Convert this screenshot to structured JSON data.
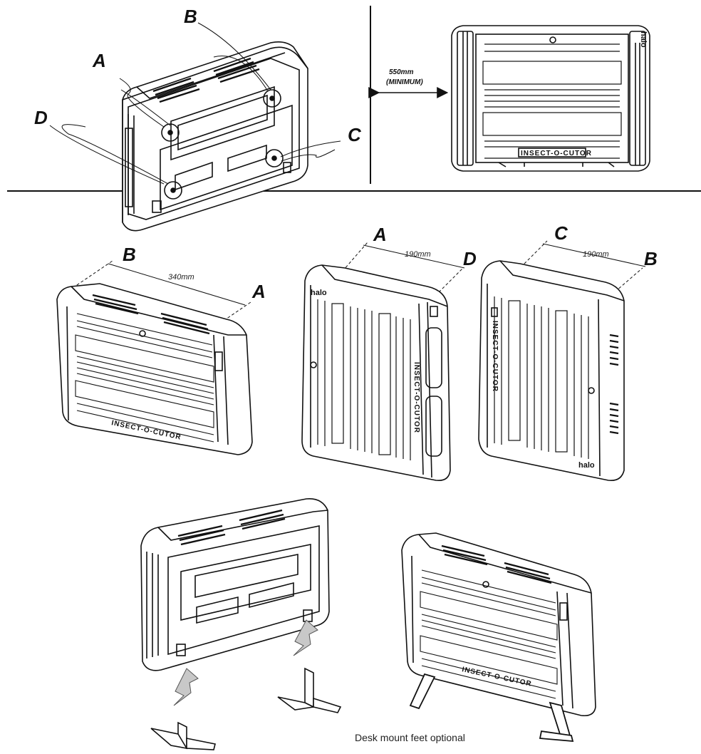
{
  "labels": {
    "a": "A",
    "b": "B",
    "c": "C",
    "d": "D"
  },
  "clearance": {
    "line1": "550mm",
    "line2": "(MINIMUM)"
  },
  "dimensions": {
    "width": "340mm",
    "depth_left": "190mm",
    "depth_right": "190mm"
  },
  "brand": {
    "wordmark": "INSECT-O-CUTOR",
    "logo": "halo"
  },
  "caption": "Desk mount feet optional",
  "colors": {
    "line": "#111111",
    "arrow_fill": "#c8c8c8",
    "background": "#ffffff"
  }
}
